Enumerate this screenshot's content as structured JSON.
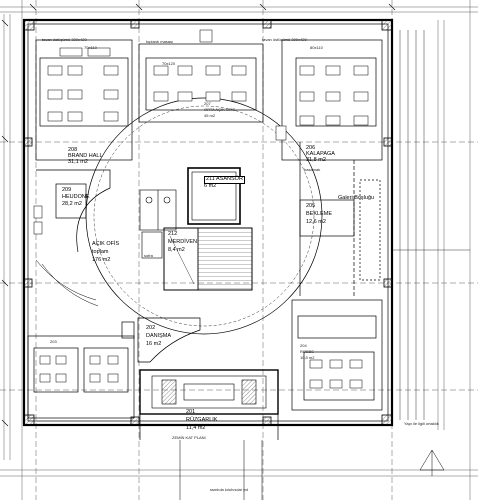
{
  "rooms": [
    {
      "id": "r211",
      "number": "211",
      "name": "ASANSÖR",
      "area": "6 m2"
    },
    {
      "id": "r212",
      "number": "212",
      "name": "MERDİVEN",
      "area": "8,4 m2"
    },
    {
      "id": "r209",
      "number": "209",
      "name": "HEUDONE",
      "area": "28,2 m2"
    },
    {
      "id": "r205",
      "number": "205",
      "name": "BEKLEME",
      "area": "12,6 m2"
    },
    {
      "id": "r202",
      "number": "202",
      "name": "DANIŞMA",
      "area": "16 m2"
    },
    {
      "id": "r201",
      "number": "201",
      "name": "RÜZGARLIK",
      "area": "11,4 m2"
    },
    {
      "id": "r207",
      "number": "207",
      "name": "ORTA AÇIK OFİS",
      "area": "45 m2"
    },
    {
      "id": "r208",
      "number": "208",
      "name": "BRAND HALL",
      "area": "31,1 m2"
    },
    {
      "id": "r206",
      "number": "206",
      "name": "KALAPAGA",
      "area": "31,8 m2"
    },
    {
      "id": "r204",
      "number": "204",
      "name": "ROBBE",
      "area": "10,5 m2"
    },
    {
      "id": "r203",
      "number": "203",
      "name": "",
      "area": ""
    }
  ],
  "zone_labels": {
    "open_office": "AÇIK OFİS",
    "open_office_total": "toplam",
    "open_office_area": "176 m2",
    "gallery": "Galeri Boşluğu"
  },
  "annotations": {
    "top_table_1": "tavan üstüçümü 300x420",
    "top_table_2": "toplantı masası",
    "top_table_3": "tavan üstüçümü 300x420",
    "desk_size_a": "70x110",
    "desk_size_b": "70x120",
    "desk_size_c": "80x110",
    "stair_label": "sofra",
    "footer_note": "ZEMİN KAT PLANI",
    "bottom_note": "ssmlıda  kıluhısılar yol",
    "step_label": "basamak",
    "bottom_right_note": "Yapı ile ilgili ortaklık"
  },
  "colors": {
    "line": "#000000",
    "thin_line": "#333333",
    "hatch": "#555555",
    "background": "#ffffff"
  }
}
